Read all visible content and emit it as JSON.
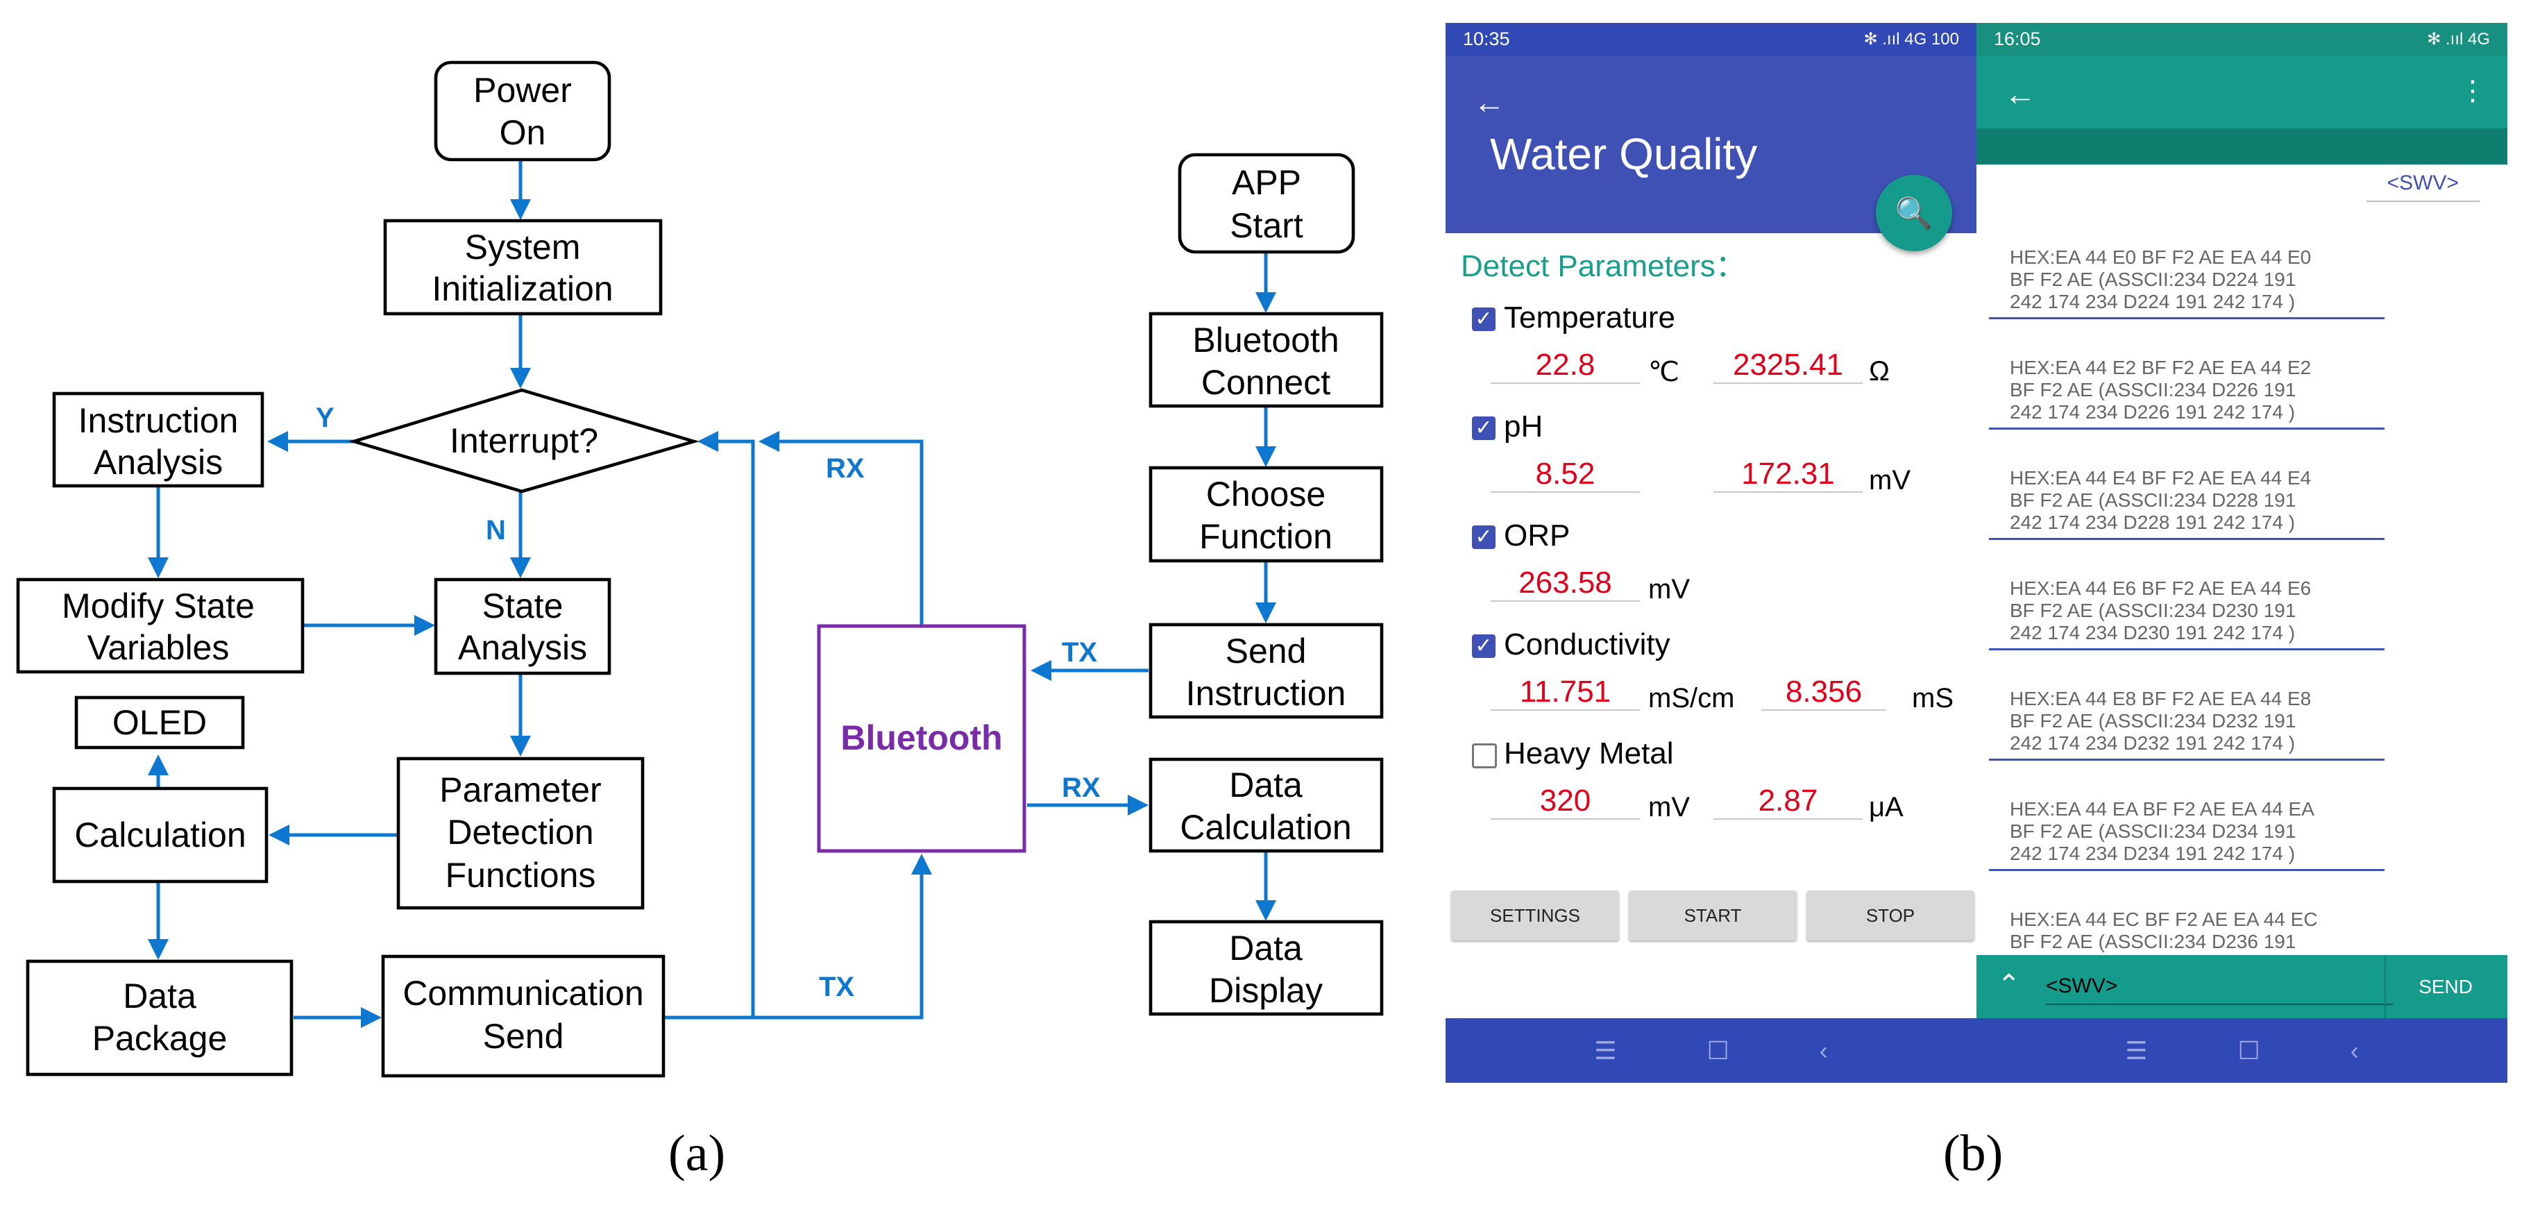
{
  "flowchart": {
    "nodes": {
      "power_on": [
        "Power",
        "On"
      ],
      "system_init": [
        "System",
        "Initialization"
      ],
      "interrupt": [
        "Interrupt?"
      ],
      "instruction_analysis": [
        "Instruction",
        "Analysis"
      ],
      "modify_state": [
        "Modify State",
        "Variables"
      ],
      "state_analysis": [
        "State",
        "Analysis"
      ],
      "oled": [
        "OLED"
      ],
      "calculation": [
        "Calculation"
      ],
      "param_detect": [
        "Parameter",
        "Detection",
        "Functions"
      ],
      "data_package": [
        "Data",
        "Package"
      ],
      "comm_send": [
        "Communication",
        "Send"
      ],
      "bluetooth": [
        "Bluetooth"
      ],
      "app_start": [
        "APP",
        "Start"
      ],
      "bt_connect": [
        "Bluetooth",
        "Connect"
      ],
      "choose_function": [
        "Choose",
        "Function"
      ],
      "send_instruction": [
        "Send",
        "Instruction"
      ],
      "data_calculation": [
        "Data",
        "Calculation"
      ],
      "data_display": [
        "Data",
        "Display"
      ]
    },
    "edge_labels": {
      "yes": "Y",
      "no": "N",
      "rx_left": "RX",
      "tx_bottom": "TX",
      "tx_right": "TX",
      "rx_right": "RX"
    }
  },
  "panel_labels": {
    "a": "(a)",
    "b": "(b)"
  },
  "phone1": {
    "status_time": "10:35",
    "status_right": "✻ .ııl 4G 100",
    "title": "Water Quality",
    "section_title": "Detect Parameters：",
    "params": [
      {
        "name": "Temperature",
        "checked": true,
        "v1": "22.8",
        "u1": "℃",
        "v2": "2325.41",
        "u2": "Ω"
      },
      {
        "name": "pH",
        "checked": true,
        "v1": "8.52",
        "u1": "",
        "v2": "172.31",
        "u2": "mV"
      },
      {
        "name": "ORP",
        "checked": true,
        "v1": "263.58",
        "u1": "mV",
        "v2": "",
        "u2": ""
      },
      {
        "name": "Conductivity",
        "checked": true,
        "v1": "11.751",
        "u1": "mS/cm",
        "v2": "8.356",
        "u2": "mS"
      },
      {
        "name": "Heavy Metal",
        "checked": false,
        "v1": "320",
        "u1": "mV",
        "v2": "2.87",
        "u2": "μA"
      }
    ],
    "buttons": {
      "settings": "SETTINGS",
      "start": "START",
      "stop": "STOP"
    },
    "nav": {
      "menu": "☰",
      "home": "☐",
      "back": "‹"
    }
  },
  "phone2": {
    "status_time": "16:05",
    "status_right": "✻ .ııl 4G",
    "swv_label": "<SWV>",
    "log": [
      [
        "HEX:EA 44 E0 BF F2 AE EA 44 E0",
        "BF F2 AE   (ASSCII:234 D224 191",
        "242 174 234 D224 191 242 174 )"
      ],
      [
        "HEX:EA 44 E2 BF F2 AE EA 44 E2",
        "BF F2 AE   (ASSCII:234 D226 191",
        "242 174 234 D226 191 242 174 )"
      ],
      [
        "HEX:EA 44 E4 BF F2 AE EA 44 E4",
        "BF F2 AE   (ASSCII:234 D228 191",
        "242 174 234 D228 191 242 174 )"
      ],
      [
        "HEX:EA 44 E6 BF F2 AE EA 44 E6",
        "BF F2 AE   (ASSCII:234 D230 191",
        "242 174 234 D230 191 242 174 )"
      ],
      [
        "HEX:EA 44 E8 BF F2 AE EA 44 E8",
        "BF F2 AE   (ASSCII:234 D232 191",
        "242 174 234 D232 191 242 174 )"
      ],
      [
        "HEX:EA 44 EA BF F2 AE EA 44 EA",
        "BF F2 AE   (ASSCII:234 D234 191",
        "242 174 234 D234 191 242 174 )"
      ],
      [
        "HEX:EA 44 EC BF F2 AE EA 44 EC",
        "BF F2 AE   (ASSCII:234 D236 191"
      ]
    ],
    "input_value": "<SWV>",
    "send_label": "SEND",
    "nav": {
      "menu": "☰",
      "home": "☐",
      "back": "‹"
    }
  },
  "colors": {
    "flow_arrow": "#0E78D0",
    "bluetooth": "#7A2BAA",
    "app_primary": "#3F51B5",
    "app_teal": "#159B8B",
    "value_red": "#E2001A"
  }
}
